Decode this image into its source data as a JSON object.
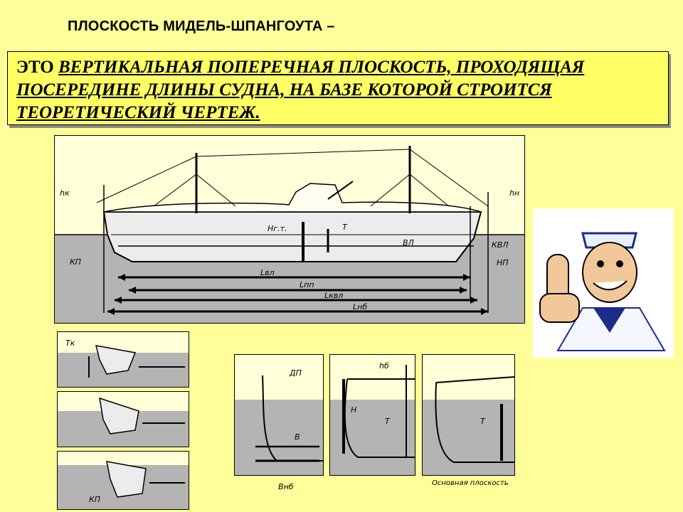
{
  "slide": {
    "title": "ПЛОСКОСТЬ МИДЕЛЬ-ШПАНГОУТА –",
    "definition_lead": "ЭТО ",
    "definition_body": "ВЕРТИКАЛЬНАЯ ПОПЕРЕЧНАЯ ПЛОСКОСТЬ, ПРОХОДЯЩАЯ ПОСЕРЕДИНЕ ДЛИНЫ СУДНА, НА БАЗЕ КОТОРОЙ СТРОИТСЯ ТЕОРЕТИЧЕСКИЙ ЧЕРТЕЖ. "
  },
  "ship_diagram": {
    "labels": {
      "hk": "hк",
      "hn": "hн",
      "kp": "КП",
      "np": "НП",
      "kvl": "КВЛ",
      "vl": "ВЛ",
      "hgm": "Hг.т.",
      "t": "T",
      "l_vl": "Lвл",
      "l_pp": "Lпп",
      "l_kvl": "Lквл",
      "l_nb": "Lнб"
    }
  },
  "stern_diagrams": {
    "labels": {
      "tk": "Tк",
      "kp": "КП"
    }
  },
  "section_diagrams": {
    "labels": {
      "dp": "ДП",
      "b": "B",
      "b_nb": "Bнб",
      "h_b": "hб",
      "h": "H",
      "t1": "T",
      "t2": "T",
      "base_plane": "Основная плоскость"
    }
  },
  "colors": {
    "background": "#ffff99",
    "definition_box": "#ffff66",
    "water": "#b4b4b4",
    "paper": "#ffffd8"
  }
}
